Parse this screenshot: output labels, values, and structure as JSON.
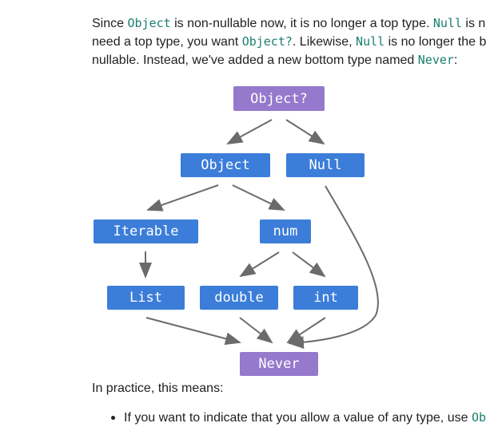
{
  "intro": {
    "l1": [
      "Since ",
      "Object",
      " is non-nullable now, it is no longer a top type. ",
      "Null",
      " is n"
    ],
    "l2": [
      "need a top type, you want ",
      "Object?",
      ". Likewise, ",
      "Null",
      " is no longer the b"
    ],
    "l3": [
      "nullable. Instead, we've added a new bottom type named ",
      "Never",
      ":"
    ]
  },
  "diagram": {
    "object_nullable": "Object?",
    "object": "Object",
    "null": "Null",
    "iterable": "Iterable",
    "num": "num",
    "list": "List",
    "double": "double",
    "int": "int",
    "never": "Never",
    "colors": {
      "type_box": "#3b7dd8",
      "special_box": "#9579cc",
      "arrow": "#6b6b6b"
    }
  },
  "practice": "In practice, this means:",
  "bullet": [
    "If you want to indicate that you allow a value of any type, use ",
    "Ob"
  ]
}
